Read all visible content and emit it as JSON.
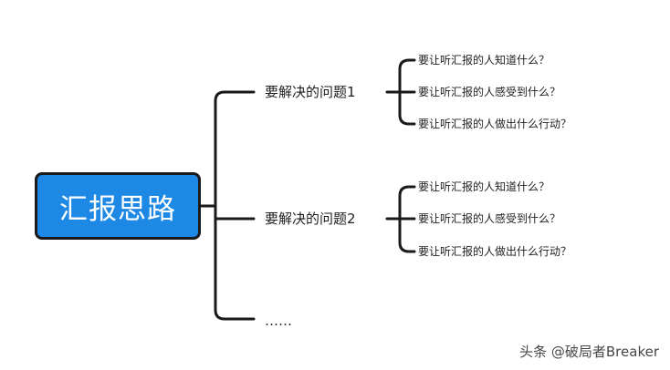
{
  "root": {
    "label": "汇报思路"
  },
  "branches": [
    {
      "label": "要解决的问题1",
      "leaves": [
        "要让听汇报的人知道什么？",
        "要让听汇报的人感受到什么？",
        "要让听汇报的人做出什么行动？"
      ]
    },
    {
      "label": "要解决的问题2",
      "leaves": [
        "要让听汇报的人知道什么？",
        "要让听汇报的人感受到什么？",
        "要让听汇报的人做出什么行动？"
      ]
    },
    {
      "label": "……",
      "leaves": []
    }
  ],
  "watermark": "头条 @破局者Breaker",
  "colors": {
    "root_fill": "#1e88e5",
    "line": "#1a1a1a"
  }
}
